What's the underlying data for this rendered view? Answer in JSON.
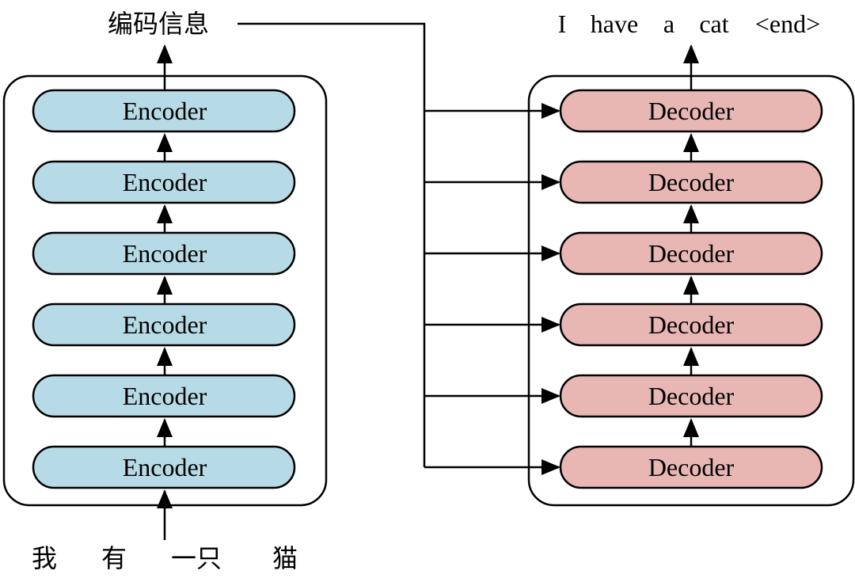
{
  "encoder": {
    "output_label": "编码信息",
    "layers": [
      "Encoder",
      "Encoder",
      "Encoder",
      "Encoder",
      "Encoder",
      "Encoder"
    ],
    "input_tokens": [
      "我",
      "有",
      "一只",
      "猫"
    ],
    "fill_color": "#b7dbe6"
  },
  "decoder": {
    "layers": [
      "Decoder",
      "Decoder",
      "Decoder",
      "Decoder",
      "Decoder",
      "Decoder"
    ],
    "output_tokens": [
      "I",
      "have",
      "a",
      "cat",
      "<end>"
    ],
    "fill_color": "#e8b7b4"
  }
}
